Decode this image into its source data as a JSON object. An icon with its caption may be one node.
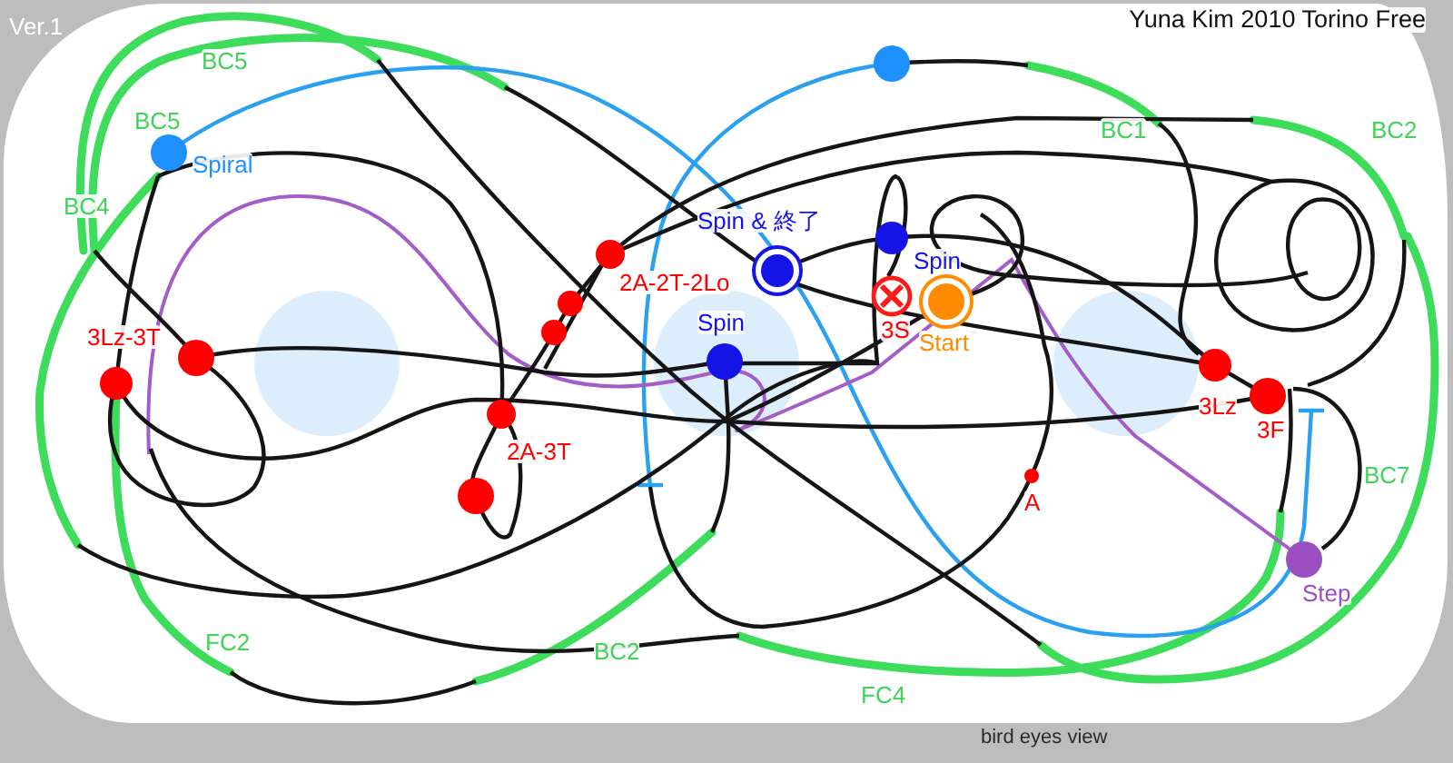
{
  "diagram": {
    "title": "Yuna Kim 2010 Torino Free",
    "labels": [
      "Ver.1",
      "BC5",
      "BC5",
      "BC1",
      "BC2",
      "Spiral",
      "BC4",
      "Spin & 終了",
      "Spin",
      "2A-2T-2Lo",
      "Spin",
      "3S",
      "3Lz-3T",
      "Start",
      "3Lz",
      "3F",
      "2A-3T",
      "BC7",
      "A",
      "Step",
      "FC2",
      "BC2",
      "FC4",
      "bird eyes view"
    ]
  }
}
